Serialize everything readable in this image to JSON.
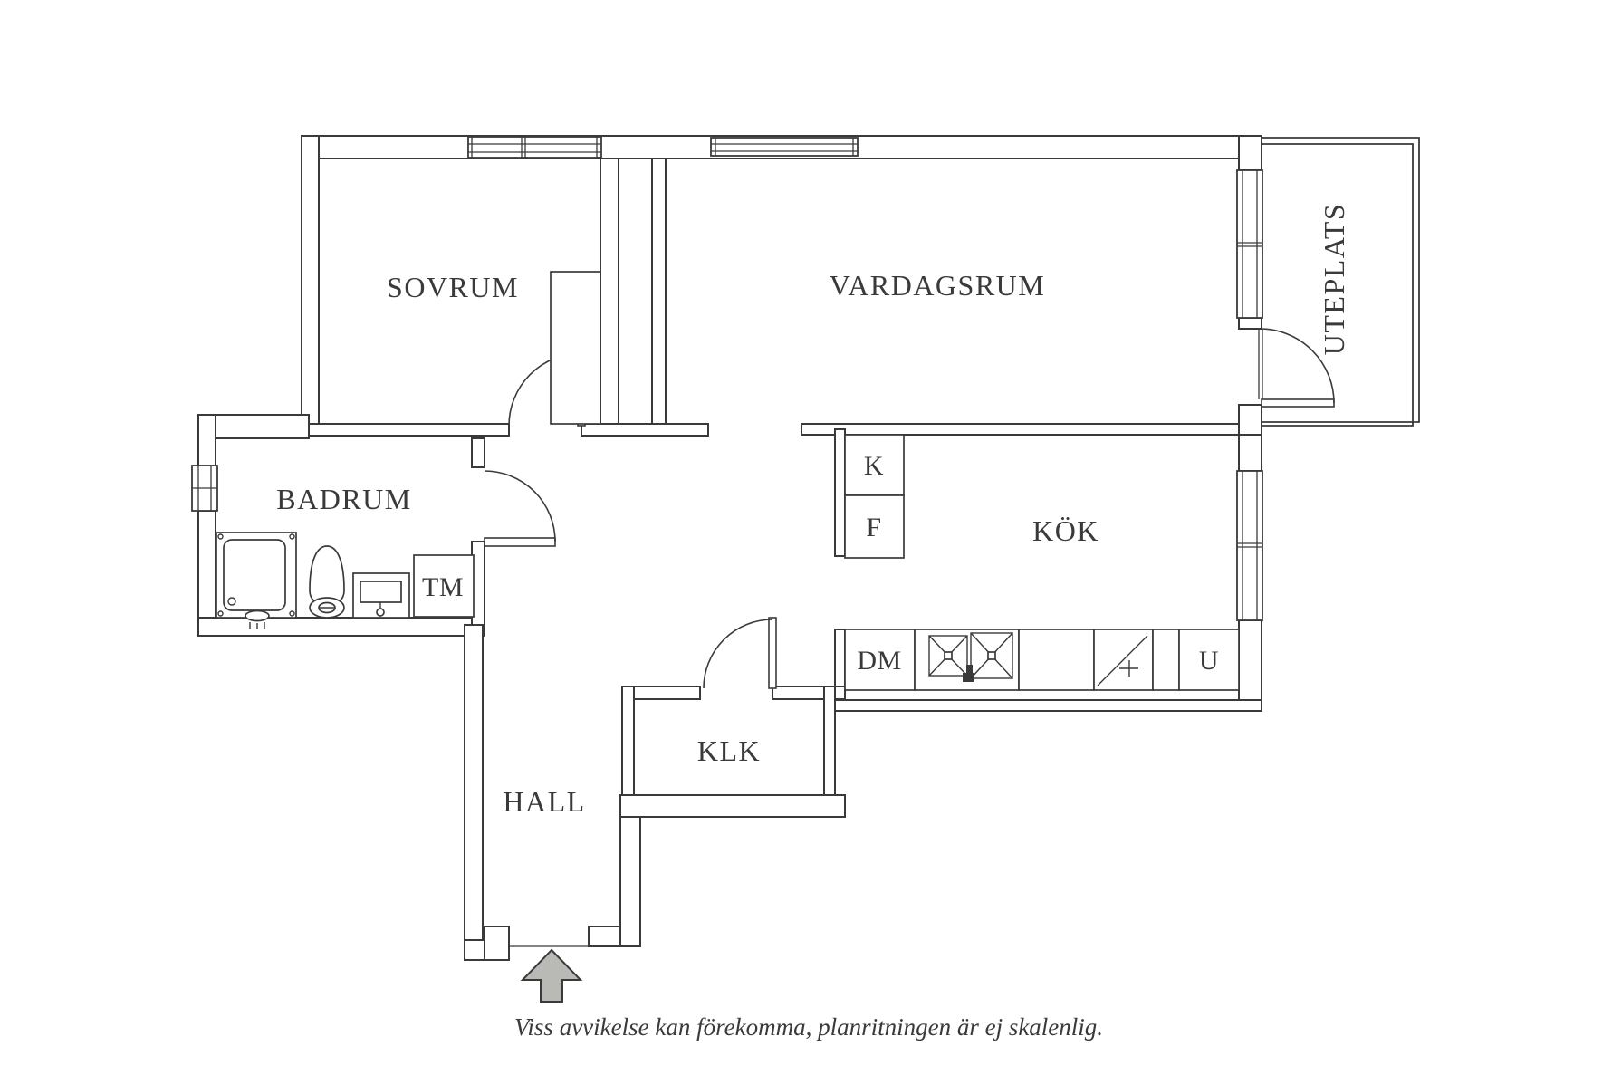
{
  "plan": {
    "type": "apartment-floor-plan",
    "rooms": {
      "sovrum": {
        "label": "SOVRUM"
      },
      "vardagsrum": {
        "label": "VARDAGSRUM"
      },
      "uteplats": {
        "label": "UTEPLATS"
      },
      "badrum": {
        "label": "BADRUM"
      },
      "kok": {
        "label": "KÖK"
      },
      "hall": {
        "label": "HALL"
      },
      "klk": {
        "label": "KLK"
      }
    },
    "appliances": {
      "washing_machine": {
        "label": "TM"
      },
      "fridge": {
        "label": "K"
      },
      "freezer": {
        "label": "F"
      },
      "dishwasher": {
        "label": "DM"
      },
      "oven": {
        "label": "U"
      }
    }
  },
  "footer": {
    "disclaimer": "Viss avvikelse kan förekomma, planritningen är ej skalenlig."
  },
  "colors": {
    "line": "#3a3a3a",
    "arrow_fill": "#b9b9b6",
    "background": "#ffffff"
  }
}
